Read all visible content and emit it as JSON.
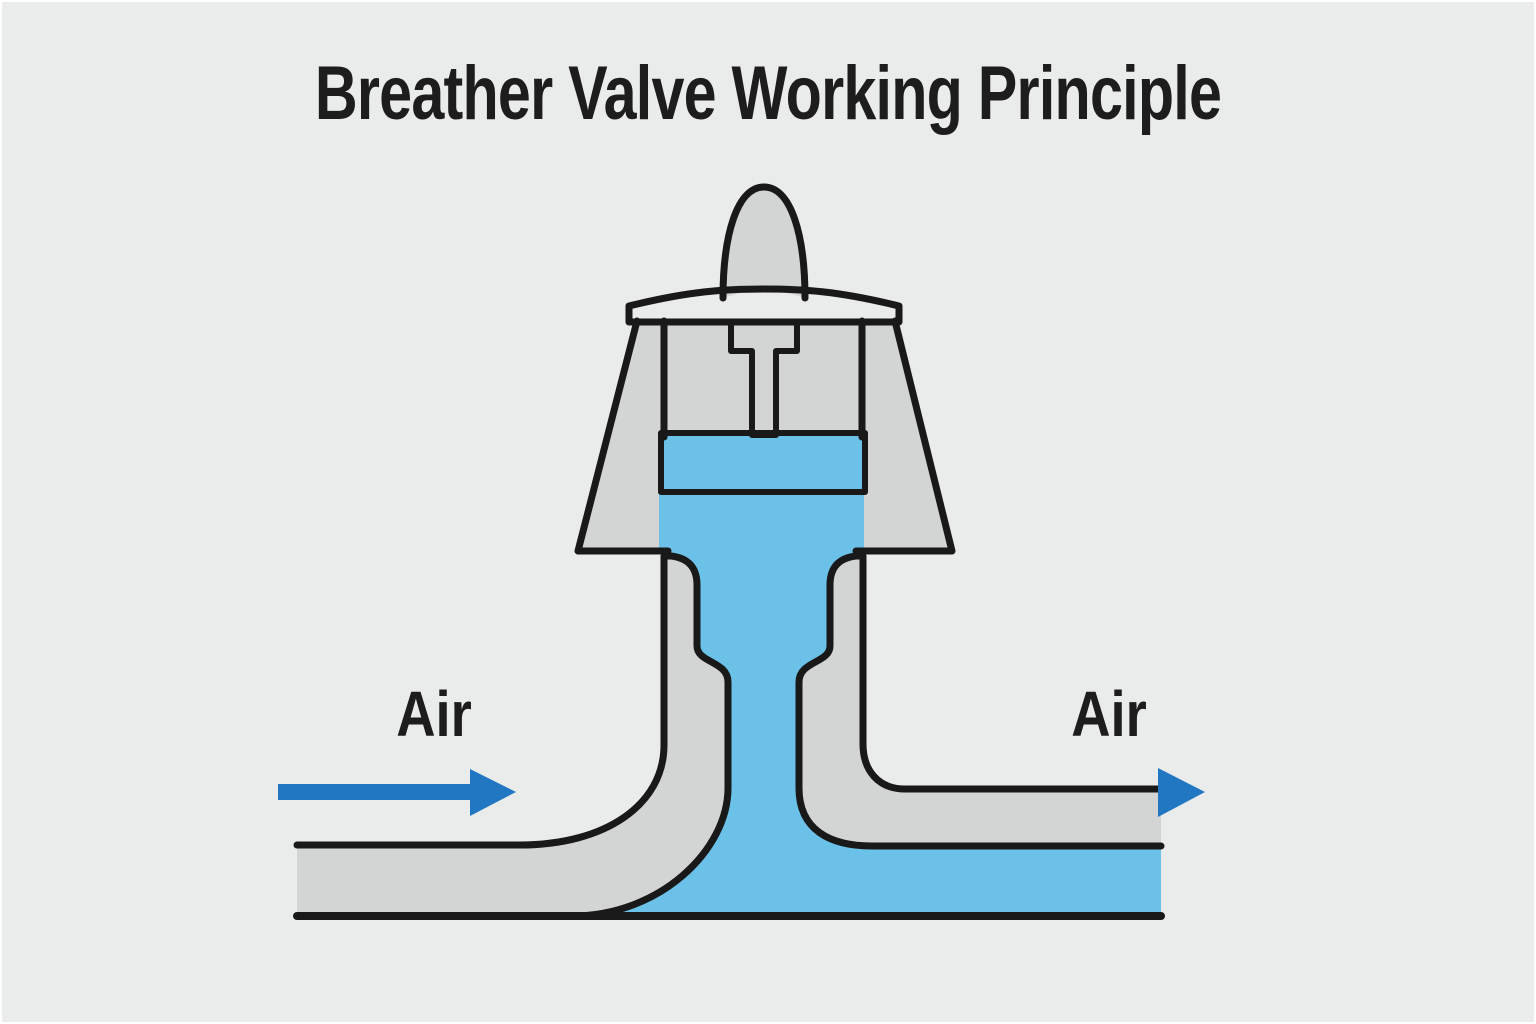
{
  "title": "Breather Valve Working Principle",
  "labels": {
    "air_in": "Air",
    "air_out": "Air"
  },
  "colors": {
    "background": "#eaebeb",
    "body": "#d3d4d4",
    "fluid": "#6bc1e7",
    "arrow": "#2277c2",
    "outline": "#191919",
    "text": "#1d1d1d"
  },
  "diagram": {
    "type": "cross-section",
    "parts": [
      "valve-knob",
      "valve-cap",
      "valve-body",
      "valve-stem",
      "seal-hatch",
      "liquid-column",
      "inlet-pipe",
      "outlet-pipe",
      "air-inlet-arrow",
      "air-outlet-arrow"
    ]
  }
}
